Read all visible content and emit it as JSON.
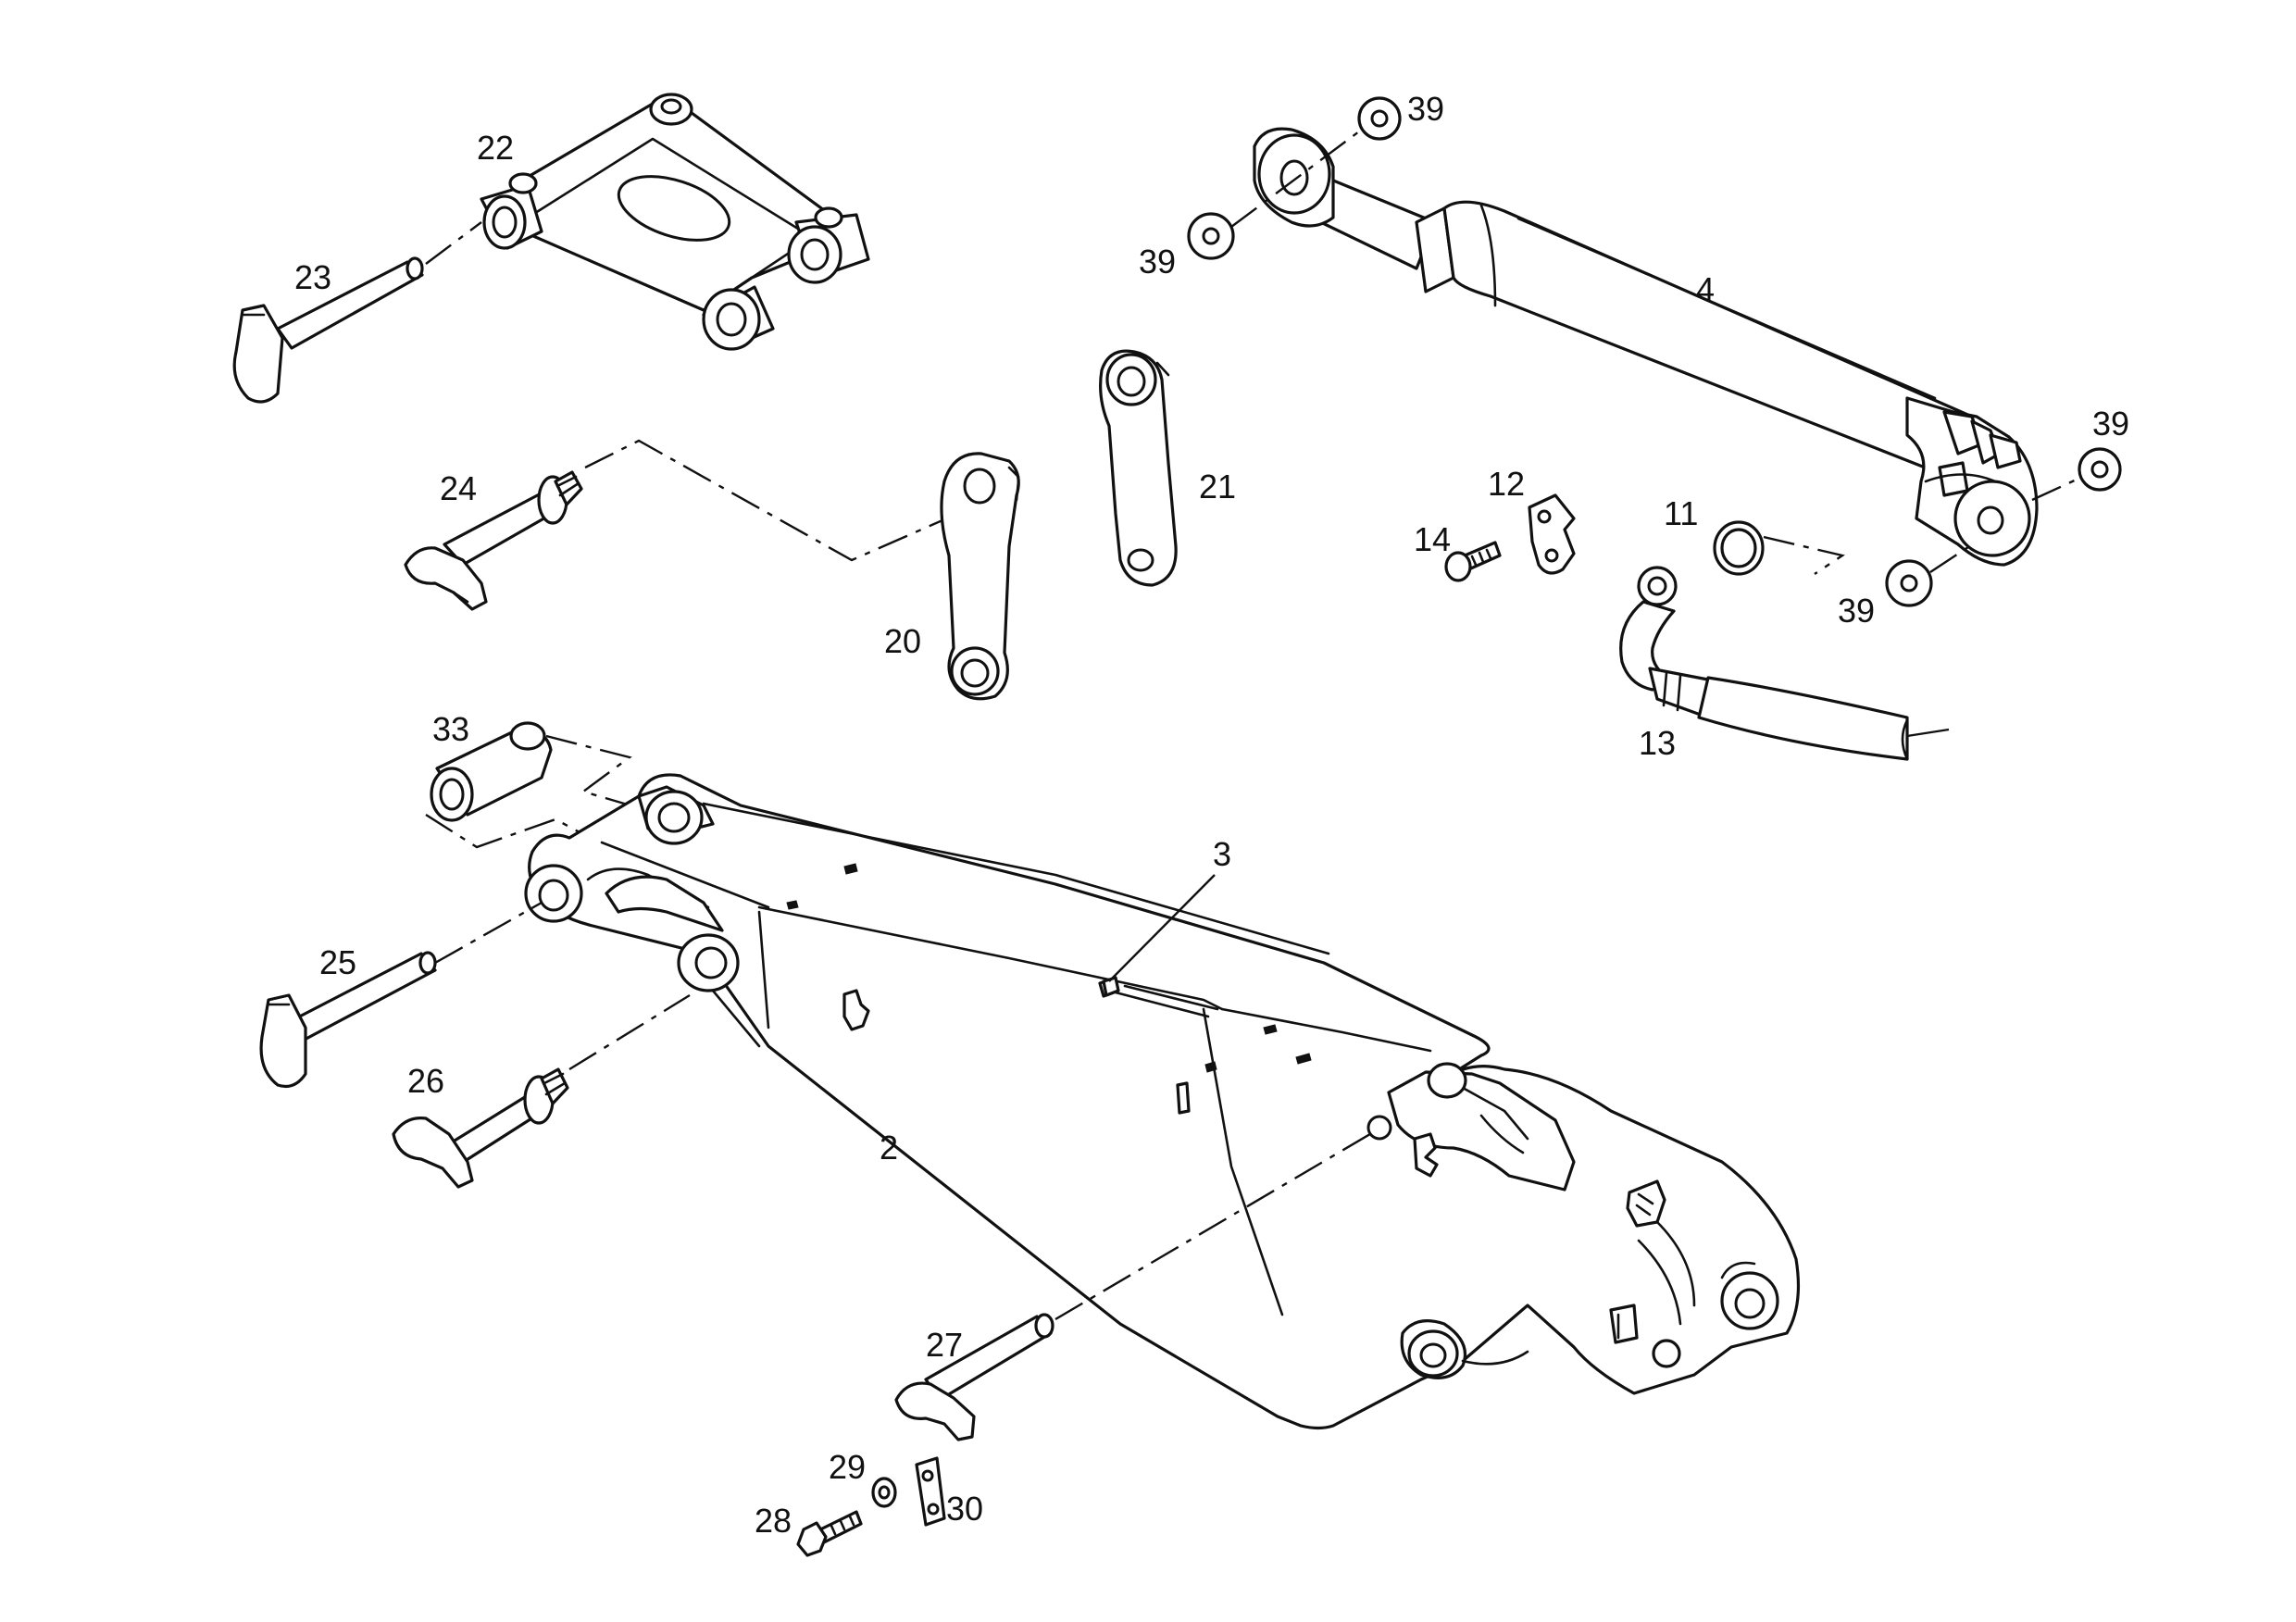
{
  "callouts": {
    "boom": "2",
    "strip": "3",
    "cylinder": "4",
    "seal_ring": "11",
    "clamp": "12",
    "hose": "13",
    "clamp_screw": "14",
    "link_left": "20",
    "link_right": "21",
    "rocker": "22",
    "pin_rocker": "23",
    "pin_link": "24",
    "pin_boom_top": "25",
    "pin_boom_front": "26",
    "pin_boom_pivot": "27",
    "bolt": "28",
    "washer": "29",
    "lock_plate": "30",
    "bushing": "33",
    "spacer_rod_top": "39",
    "spacer_rod_bottom": "39",
    "spacer_base_right": "39",
    "spacer_base_bottom": "39"
  }
}
